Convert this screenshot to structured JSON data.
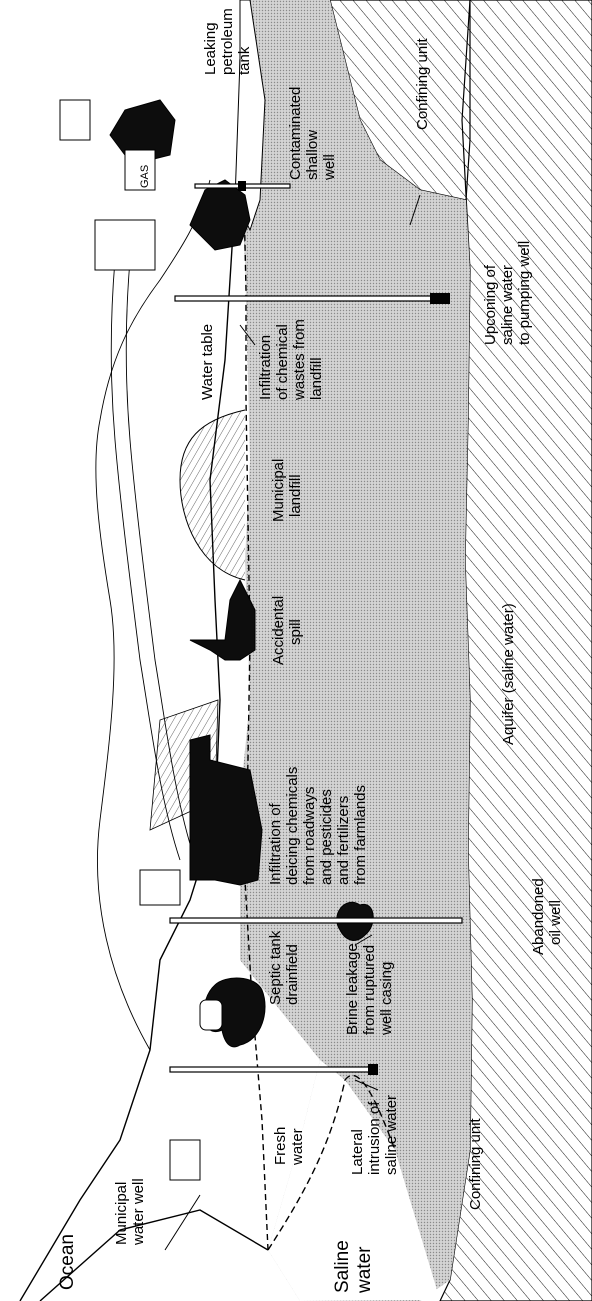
{
  "labels": {
    "ocean": "Ocean",
    "saline_water": [
      "Saline",
      "water"
    ],
    "confining_unit_bottom": "Confining unit",
    "confining_unit_top": "Confining unit",
    "municipal_water_well": [
      "Municipal",
      "water well"
    ],
    "fresh_water": [
      "Fresh",
      "water"
    ],
    "lateral_intrusion": [
      "Lateral",
      "intrusion of",
      "saline water"
    ],
    "septic_tank": [
      "Septic tank",
      "drainfield"
    ],
    "brine_leakage": [
      "Brine leakage",
      "from ruptured",
      "well casing"
    ],
    "abandoned_oil_well": [
      "Abandoned",
      "oil well"
    ],
    "infiltration_deicing": [
      "Infiltration of",
      "deicing chemicals",
      "from roadways",
      "and pesticides",
      "and fertilizers",
      "from farmlands"
    ],
    "accidental_spill": [
      "Accidental",
      "spill"
    ],
    "aquifer": "Aquifer (saline water)",
    "municipal_landfill": [
      "Municipal",
      "landfill"
    ],
    "water_table": "Water table",
    "infiltration_chemical": [
      "Infiltration",
      "of chemical",
      "wastes from",
      "landfill"
    ],
    "upconing": [
      "Upconing of",
      "saline water",
      "to pumping well"
    ],
    "contaminated_well": [
      "Contaminated",
      "shallow",
      "well"
    ],
    "leaking_tank": [
      "Leaking",
      "petroleum",
      "tank"
    ],
    "gas_sign": "GAS"
  },
  "colors": {
    "aquifer_fill": "#c9c9c9",
    "plume_fill": "#0d0d0d",
    "line": "#000000"
  },
  "icons": {
    "water_table_marker": "arrow-icon",
    "well_screen": "well-screen-icon"
  }
}
